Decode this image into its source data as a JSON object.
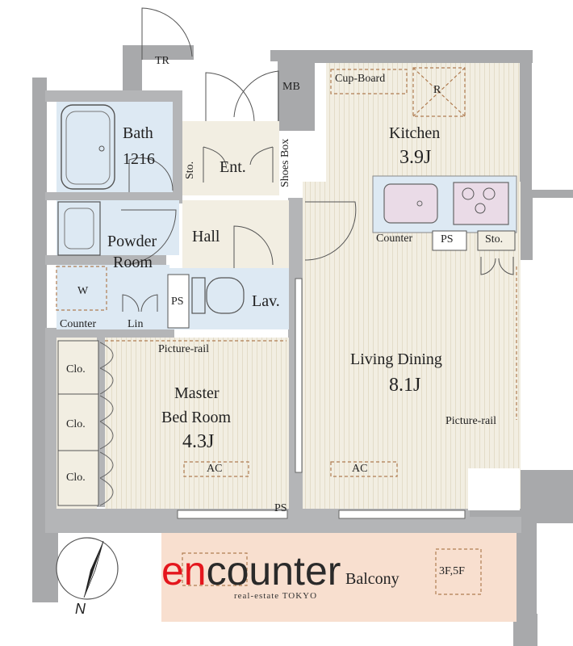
{
  "rooms": {
    "bath": {
      "name": "Bath",
      "size": "1216"
    },
    "entrance": "Ent.",
    "storage_ent": "Sto.",
    "shoes_box": "Shoes Box",
    "trunk_room": "TR",
    "meter_box": "MB",
    "kitchen": {
      "name": "Kitchen",
      "size": "3.9J"
    },
    "cupboard": "Cup-Board",
    "refrigerator": "R",
    "kitchen_counter": "Counter",
    "kitchen_ps": "PS",
    "kitchen_storage": "Sto.",
    "hall": "Hall",
    "powder_room": {
      "line1": "Powder",
      "line2": "Room"
    },
    "washer": "W",
    "powder_counter": "Counter",
    "linen": "Lin",
    "lav_ps": "PS",
    "lavatory": "Lav.",
    "living_dining": {
      "name": "Living Dining",
      "size": "8.1J"
    },
    "picture_rail_bed": "Picture-rail",
    "picture_rail_living": "Picture-rail",
    "closet_1": "Clo.",
    "closet_2": "Clo.",
    "closet_3": "Clo.",
    "master_bed": {
      "line1": "Master",
      "line2": "Bed Room",
      "size": "4.3J"
    },
    "ac_bed": "AC",
    "ac_living": "AC",
    "bed_ps": "PS",
    "balcony": "Balcony",
    "floors": "3F,5F"
  },
  "compass": {
    "north": "N"
  },
  "logo": {
    "part1": "en",
    "part2": "counter",
    "tagline": "real-estate TOKYO"
  },
  "colors": {
    "wall": "#a8a9ab",
    "floor_wood": "#f1ede0",
    "wet_area": "#dde9f3",
    "balcony": "#f8dfcf",
    "dash": "#b07d52",
    "logo_red": "#e4161d"
  }
}
